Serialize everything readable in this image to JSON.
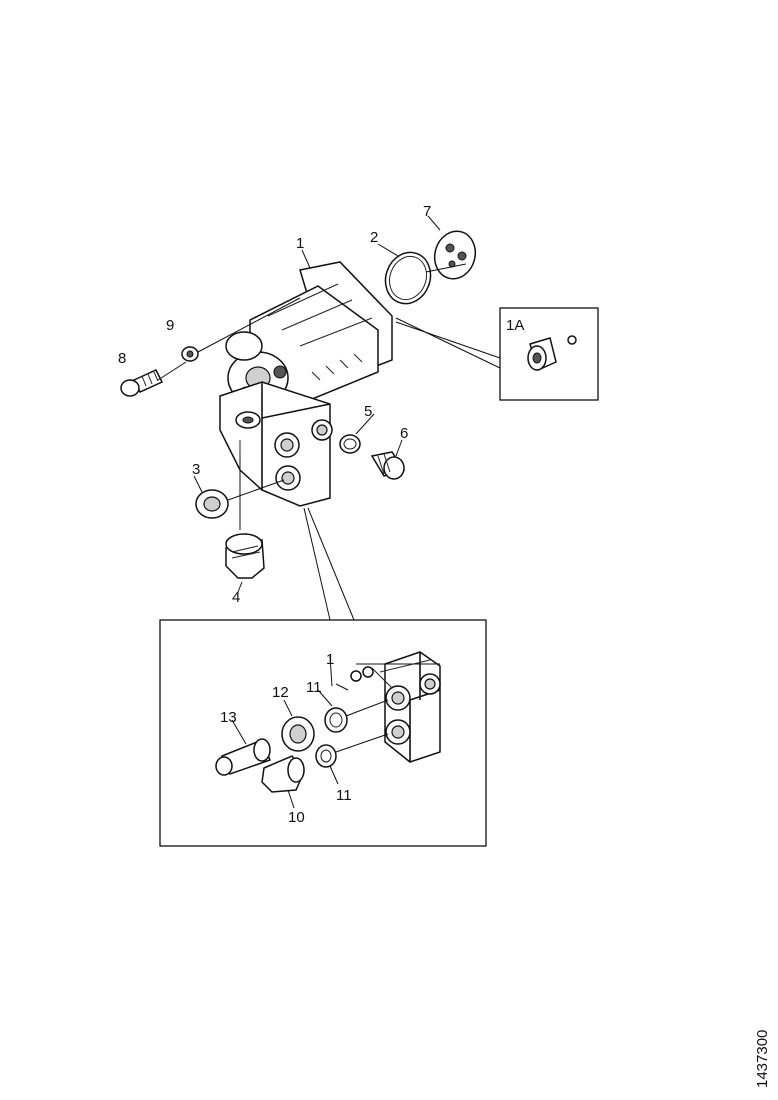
{
  "callouts": {
    "p1": "1",
    "p2": "2",
    "p7": "7",
    "p9": "9",
    "p8": "8",
    "p1a": "1A",
    "p5": "5",
    "p6": "6",
    "p3": "3",
    "p4": "4",
    "d1": "1",
    "d11a": "11",
    "d12": "12",
    "d13": "13",
    "d11b": "11",
    "d10": "10"
  },
  "figure_code": "1437300"
}
